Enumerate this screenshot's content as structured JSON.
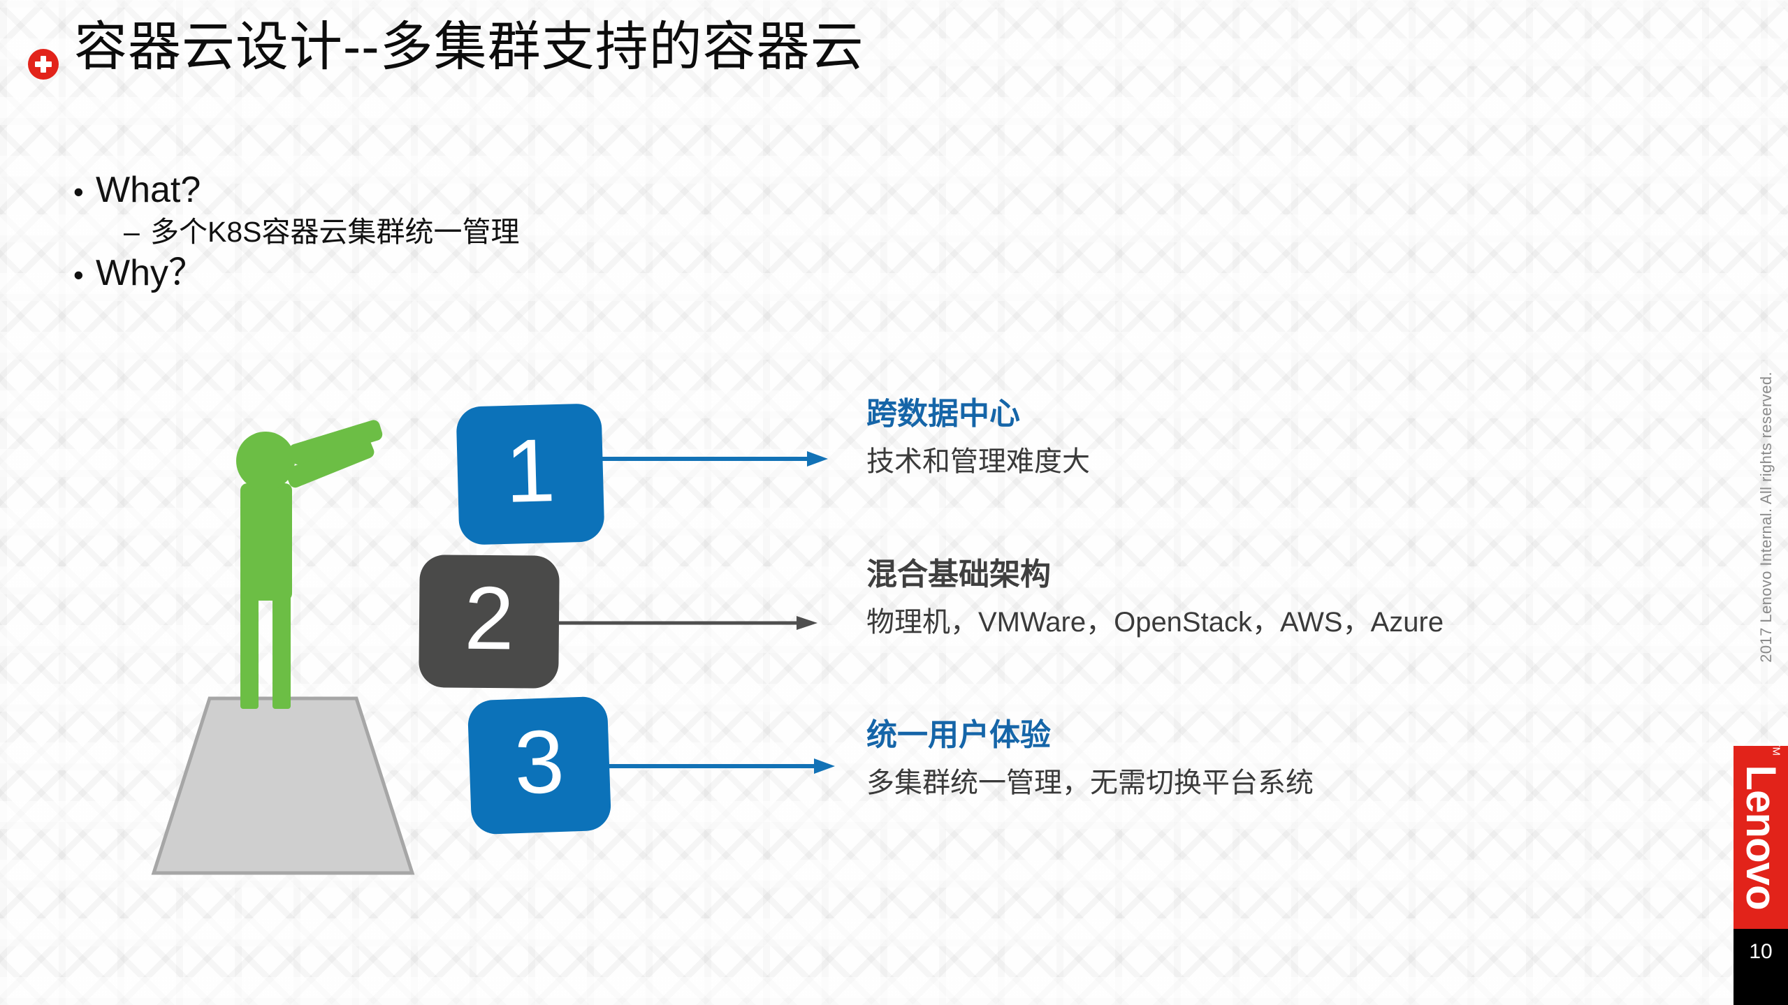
{
  "slide": {
    "title": "容器云设计--多集群支持的容器云",
    "title_icon": "plus-circle-icon",
    "page_number": "10",
    "copyright": "2017 Lenovo Internal. All rights reserved.",
    "brand": {
      "name": "Lenovo",
      "trademark": "TM",
      "logo_color": "#E2231A"
    },
    "accent_colors": {
      "blue": "#0C72B9",
      "heading_blue": "#1565A8",
      "gray": "#4A4A49",
      "green": "#6CBE45",
      "red": "#E2231A"
    }
  },
  "bullets": [
    {
      "marker": "•",
      "text": "What?"
    },
    {
      "marker": "–",
      "text": "多个K8S容器云集群统一管理"
    },
    {
      "marker": "•",
      "text": "Why？"
    }
  ],
  "items": [
    {
      "number": "1",
      "chip_color": "#0C72B9",
      "arrow_color": "#1272B6",
      "heading": "跨数据中心",
      "heading_color": "blue",
      "body": "技术和管理难度大"
    },
    {
      "number": "2",
      "chip_color": "#4A4A49",
      "arrow_color": "#4E4E4E",
      "heading": "混合基础架构",
      "heading_color": "gray",
      "body": "物理机，VMWare，OpenStack，AWS，Azure"
    },
    {
      "number": "3",
      "chip_color": "#0C72B9",
      "arrow_color": "#1272B6",
      "heading": "统一用户体验",
      "heading_color": "blue",
      "body": "多集群统一管理，无需切换平台系统"
    }
  ],
  "illustration": {
    "name": "person-on-pedestal-illustration",
    "figure_color": "#6CBE45",
    "pedestal_color": "#CFCFCF",
    "pedestal_stroke": "#A6A6A6"
  }
}
